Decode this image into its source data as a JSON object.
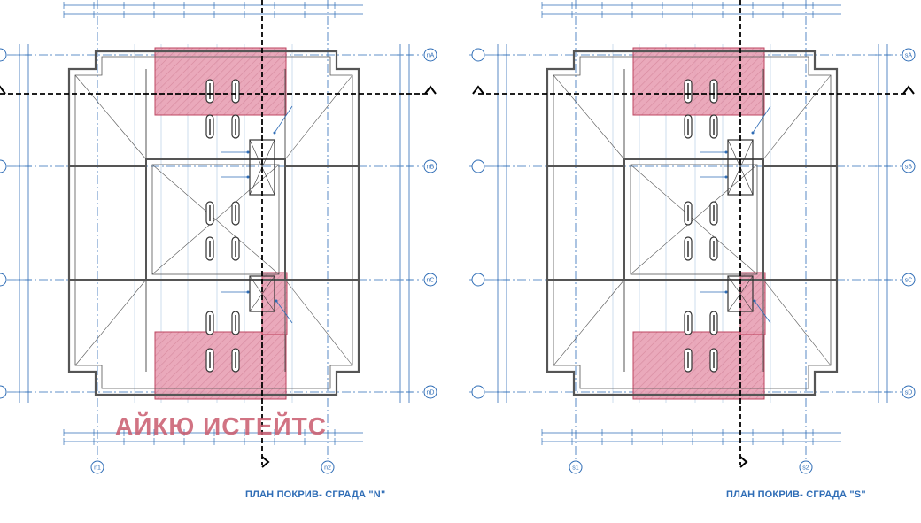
{
  "watermark": "АЙКЮ ИСТЕЙТС",
  "colors": {
    "axis": "#2f6db6",
    "wall": "#555555",
    "highlight_fill": "#e8a0b4",
    "highlight_stroke": "#b8334f",
    "cut_line": "#000000",
    "watermark": "#c95b6e"
  },
  "plans": [
    {
      "id": "N",
      "title": "ПЛАН ПОКРИВ- СГРАДА \"N\"",
      "row_labels": [
        "nA",
        "nB",
        "nC",
        "nD"
      ],
      "col_labels": [
        "n1",
        "n2"
      ]
    },
    {
      "id": "S",
      "title": "ПЛАН ПОКРИВ- СГРАДА \"S\"",
      "row_labels": [
        "sA",
        "sB",
        "sC",
        "sD"
      ],
      "col_labels": [
        "s1",
        "s2"
      ]
    }
  ]
}
